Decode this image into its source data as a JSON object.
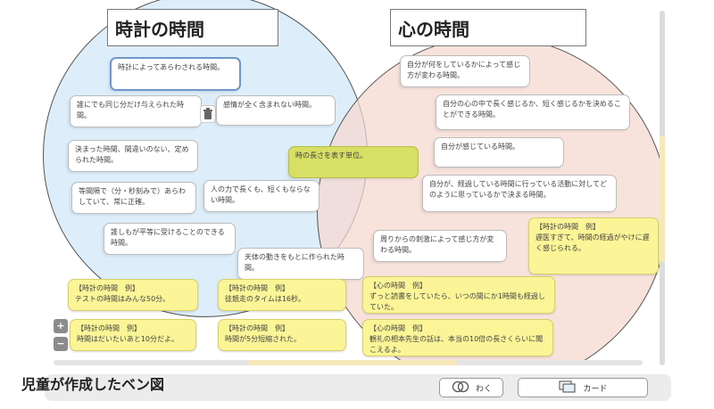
{
  "venn": {
    "left_title": "時計の時間",
    "right_title": "心の時間",
    "center_card": "時の長さを表す単位。",
    "left_cards": [
      "時計によってあらわされる時間。",
      "誰にでも同じ分だけ与えられた時間。",
      "感情が全く含まれない時間。",
      "決まった時間、間違いのない、定められた時間。",
      "等間隔で（分・秒刻みで）あらわしていて、常に正確。",
      "人の力で長くも、短くもならない時間。",
      "誰しもが平等に受けることのできる時間。",
      "天体の動きをもとに作られた時間。"
    ],
    "right_cards": [
      "自分が何をしているかによって感じ方が変わる時間。",
      "自分の心の中で長く感じるか、短く感じるかを決めることができる時間。",
      "自分が感じている時間。",
      "自分が、経過している時間に行っている活動に対してどのように思っているかで決まる時間。",
      "周りからの刺激によって感じ方が変わる時間。"
    ],
    "example_cards": [
      {
        "head": "【時計の時間　例】",
        "body": "遅医すぎて、時間の経過がやけに遅く感じられる。"
      },
      {
        "head": "【時計の時間　例】",
        "body": "テストの時間はみんな50分。"
      },
      {
        "head": "【時計の時間　例】",
        "body": "徒競走のタイムは16秒。"
      },
      {
        "head": "【心の時間　例】",
        "body": "ずっと読書をしていたら、いつの間にか1時間も経過していた。"
      },
      {
        "head": "【時計の時間　例】",
        "body": "時間はだいたいあと10分だよ。"
      },
      {
        "head": "【時計の時間　例】",
        "body": "時間が5分短縮された。"
      },
      {
        "head": "【心の時間　例】",
        "body": "観礼の相本先生の話は、本当の10倍の長さくらいに聞こえるよ。"
      }
    ]
  },
  "controls": {
    "zoom_in": "+",
    "zoom_out": "−"
  },
  "footer": {
    "title": "児童が作成したベン図",
    "venn_button": "わく",
    "card_button": "カード"
  }
}
